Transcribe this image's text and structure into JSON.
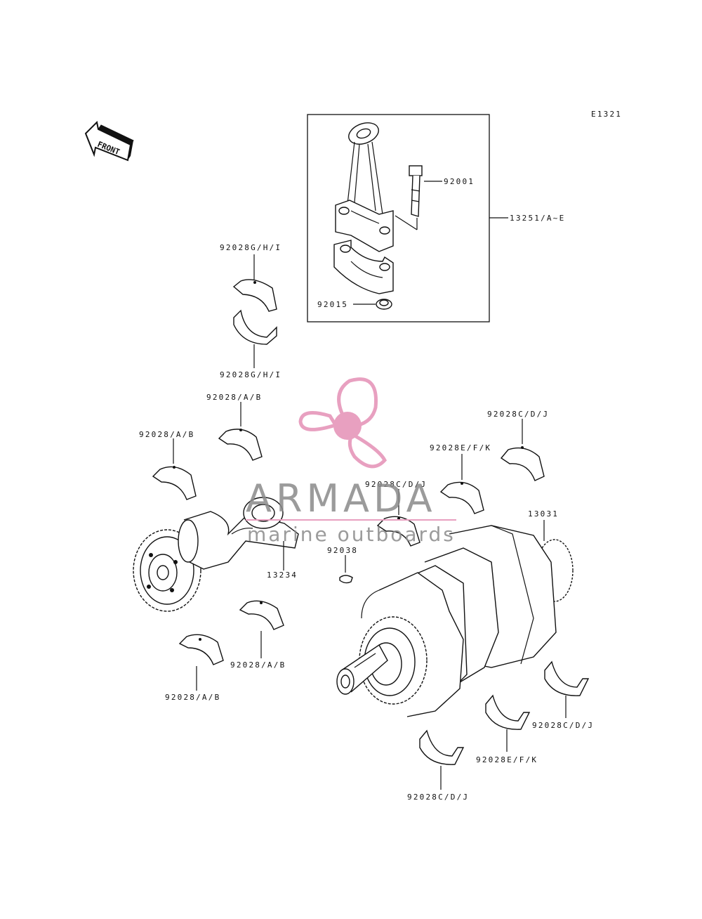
{
  "diagram_code": "E1321",
  "front_label": "FRONT",
  "watermark": {
    "brand": "ARMADA",
    "tagline": "marine outboards",
    "accent_color": "#e8a0c0"
  },
  "labels": {
    "conrod_bolt": "92001",
    "conrod_assy": "13251/A~E",
    "conrod_nut": "92015",
    "conrod_bearing_top": "92028G/H/I",
    "conrod_bearing_bottom": "92028G/H/I",
    "bearing_ab_1": "92028/A/B",
    "bearing_ab_2": "92028/A/B",
    "bearing_ab_3": "92028/A/B",
    "bearing_ab_4": "92028/A/B",
    "bearing_cdj_1": "92028C/D/J",
    "bearing_efk_1": "92028E/F/K",
    "bearing_cdj_2": "92028C/D/J",
    "crankshaft": "13031",
    "key": "92038",
    "balancer_shaft": "13234",
    "bearing_cdj_3": "92028C/D/J",
    "bearing_efk_2": "92028E/F/K",
    "bearing_cdj_4": "92028C/D/J"
  }
}
